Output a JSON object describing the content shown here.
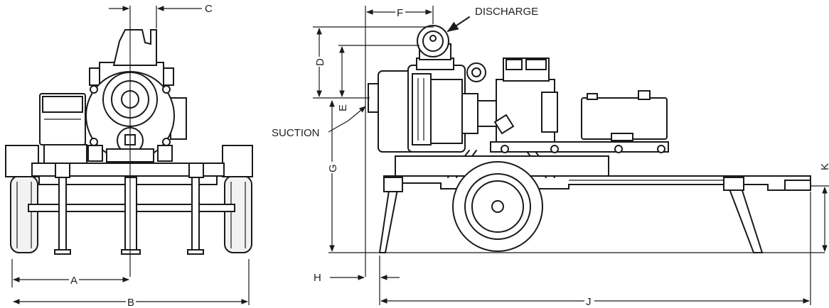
{
  "labels": {
    "discharge": "DISCHARGE",
    "suction": "SUCTION",
    "a": "A",
    "b": "B",
    "c": "C",
    "d": "D",
    "e": "E",
    "f": "F",
    "g": "G",
    "h": "H",
    "j": "J",
    "k": "K"
  }
}
